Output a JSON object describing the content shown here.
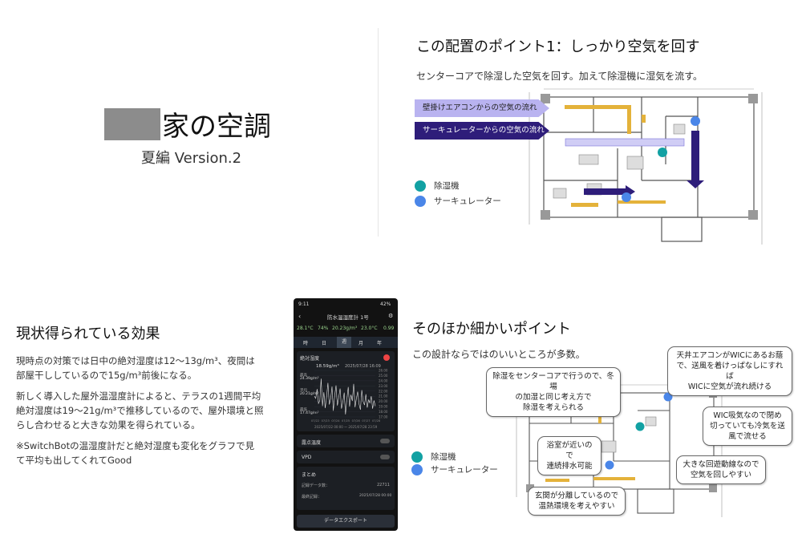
{
  "cover": {
    "title": "家の空調",
    "subtitle": "夏編 Version.2"
  },
  "point1": {
    "heading": "この配置のポイント1：しっかり空気を回す",
    "description": "センターコアで除湿した空気を回す。加えて除湿機に湿気を流す。",
    "arrow_ac_label": "壁掛けエアコンからの空気の流れ",
    "arrow_circ_label": "サーキュレーターからの空気の流れ",
    "legend_dehumidifier": "除湿機",
    "legend_circulator": "サーキュレーター"
  },
  "effects": {
    "heading": "現状得られている効果",
    "p1_line1": "現時点の対策では日中の絶対湿度は12〜13g/m³、夜間は",
    "p1_line2": "部屋干ししているので15g/m³前後になる。",
    "p2_line1": "新しく導入した屋外温湿度計によると、テラスの1週間平均",
    "p2_line2": "絶対湿度は19〜21g/m³で推移しているので、屋外環境と照",
    "p2_line3": "らし合わせると大きな効果を得られている。",
    "p3_line1": "※SwitchBotの温湿度計だと絶対湿度も変化をグラフで見",
    "p3_line2": "て平均も出してくれてGood"
  },
  "phone": {
    "status_time": "9:11",
    "status_battery": "42%",
    "device_title": "防水温湿度計 1号",
    "readings": [
      "28.1°C",
      "74%",
      "20.23g/m³",
      "23.0°C",
      "0.99"
    ],
    "tabs": [
      "時",
      "日",
      "週",
      "月",
      "年"
    ],
    "active_tab": "週",
    "section_abs_humidity": "絶対湿度",
    "current_value": "18.59g/m³",
    "current_time": "2025/07/28 16:09",
    "max_label": "最高",
    "max_value": "24.39g/m³",
    "avg_label": "平均",
    "avg_value": "20.21g/m³",
    "min_label": "最低",
    "min_value": "17.47g/m³",
    "y_ticks": [
      "26.00",
      "25.00",
      "24.00",
      "23.00",
      "22.00",
      "21.00",
      "20.00",
      "19.00",
      "18.00",
      "17.00"
    ],
    "x_ticks": [
      "07/22",
      "07/23",
      "07/24",
      "07/25",
      "07/26",
      "07/27",
      "07/28"
    ],
    "range_text": "2025/07/22 00:00 ～ 2025/07/28 23:59",
    "dew_point_label": "露点温度",
    "vpd_label": "VPD",
    "summary_label": "まとめ",
    "record_count_label": "記録データ数：",
    "record_count_value": "22711",
    "last_record_label": "最終記録：",
    "last_record_value": "2025/07/28 00:00",
    "export_button": "データエクスポート",
    "chart_series": [
      21.0,
      20.6,
      22.4,
      19.6,
      20.2,
      24.4,
      19.1,
      21.8,
      18.7,
      20.9,
      23.6,
      19.4,
      20.5,
      22.9,
      18.2,
      21.1,
      23.1,
      19.2,
      20.8,
      22.5,
      18.6,
      19.9,
      21.7,
      17.5,
      20.4,
      22.8,
      19.0,
      21.3,
      20.1,
      23.4,
      18.9,
      20.6,
      21.9,
      19.5,
      18.4,
      22.2,
      20.0,
      19.3,
      21.4,
      18.8,
      20.3,
      19.7,
      21.0,
      18.6,
      20.2,
      19.1
    ]
  },
  "other_points": {
    "heading": "そのほか細かいポイント",
    "description": "この設計ならではのいいところが多数。",
    "callout_ceiling_ac": "天井エアコンがWICにあるお蔭\nで、送風を着けっぱなしにすれば\nWICに空気が流れ続ける",
    "callout_center_core": "除湿をセンターコアで行うので、冬場\nの加湿と同じ考え方で\n除湿を考えられる",
    "callout_wic": "WIC吸気なので閉め\n切っていても冷気を送\n風で流せる",
    "callout_bathroom": "浴室が近いので\n連続排水可能",
    "callout_loop": "大きな回遊動線なので\n空気を回しやすい",
    "callout_entrance": "玄関が分離しているので\n温熱環境を考えやすい",
    "legend_dehumidifier": "除湿機",
    "legend_circulator": "サーキュレーター"
  },
  "colors": {
    "dehumidifier": "#12a1a3",
    "circulator": "#4a86e8",
    "ac_flow": "#b9b3f0",
    "circ_flow": "#2e1d7a",
    "wood": "#e4b23a"
  }
}
